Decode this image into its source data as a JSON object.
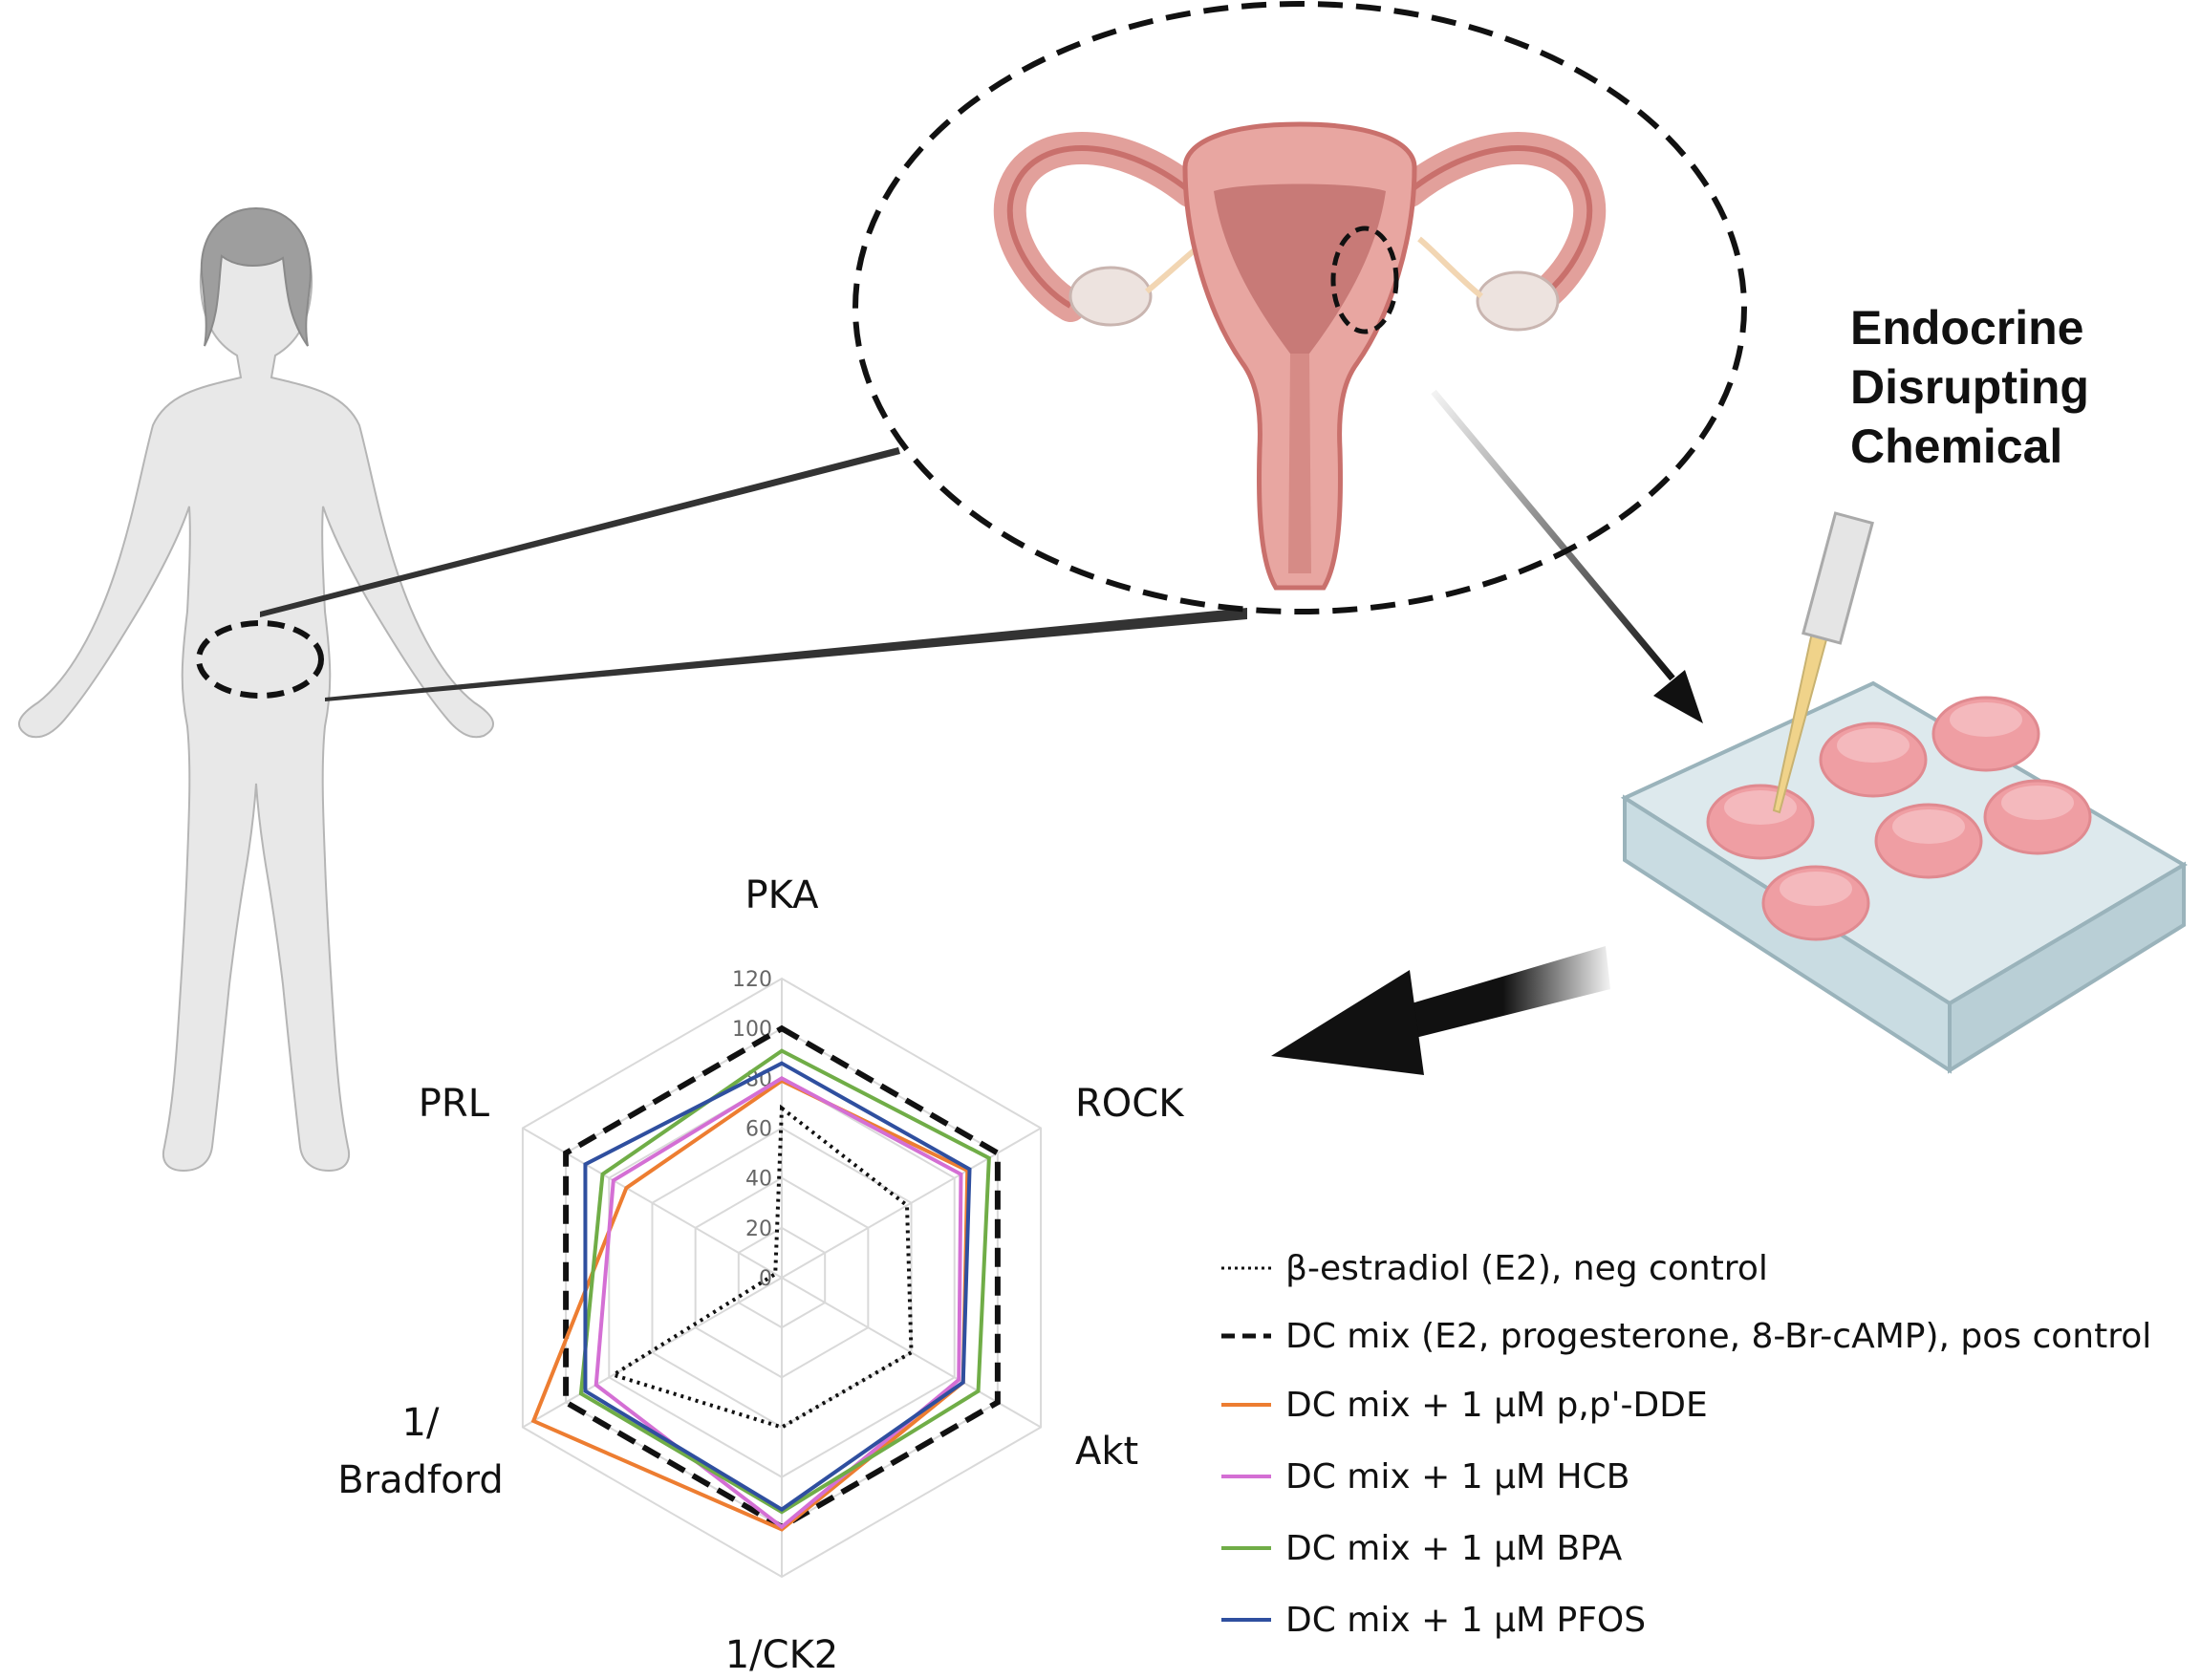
{
  "title": {
    "lines": [
      "Endocrine",
      "Disrupting",
      "Chemical"
    ]
  },
  "chart_data": {
    "type": "radar",
    "axes": [
      "PKA",
      "ROCK",
      "Akt",
      "1/CK2",
      "1/\nBradford",
      "PRL"
    ],
    "axis_label_lines": {
      "pka": [
        "PKA"
      ],
      "rock": [
        "ROCK"
      ],
      "akt": [
        "Akt"
      ],
      "ck2": [
        "1/CK2"
      ],
      "bradford": [
        "1/",
        "Bradford"
      ],
      "prl": [
        "PRL"
      ]
    },
    "rlim": [
      0,
      120
    ],
    "ticks": [
      "0",
      "20",
      "40",
      "60",
      "80",
      "100",
      "120"
    ],
    "tick_values": [
      0,
      20,
      40,
      60,
      80,
      100,
      120
    ],
    "grid": true,
    "legend_position": "right",
    "series": [
      {
        "name": "β-estradiol (E2), neg control",
        "values": [
          68,
          58,
          60,
          60,
          78,
          3
        ],
        "color": "#111111",
        "style": "dotted"
      },
      {
        "name": "DC mix (E2, progesterone, 8-Br-cAMP), pos control",
        "values": [
          100,
          100,
          100,
          100,
          100,
          100
        ],
        "color": "#111111",
        "style": "dashed"
      },
      {
        "name": "DC mix + 1 µM p,p'-DDE",
        "values": [
          79,
          86,
          84,
          101,
          115,
          72
        ],
        "color": "#ED7D31",
        "style": "solid"
      },
      {
        "name": "DC mix + 1 µM HCB",
        "values": [
          80,
          83,
          82,
          100,
          86,
          78
        ],
        "color": "#D46FD4",
        "style": "solid"
      },
      {
        "name": "DC mix + 1 µM BPA",
        "values": [
          91,
          96,
          91,
          94,
          93,
          83
        ],
        "color": "#70AD47",
        "style": "solid"
      },
      {
        "name": "DC mix + 1 µM PFOS",
        "values": [
          86,
          87,
          84,
          93,
          91,
          91
        ],
        "color": "#2F4F9F",
        "style": "solid"
      }
    ]
  }
}
